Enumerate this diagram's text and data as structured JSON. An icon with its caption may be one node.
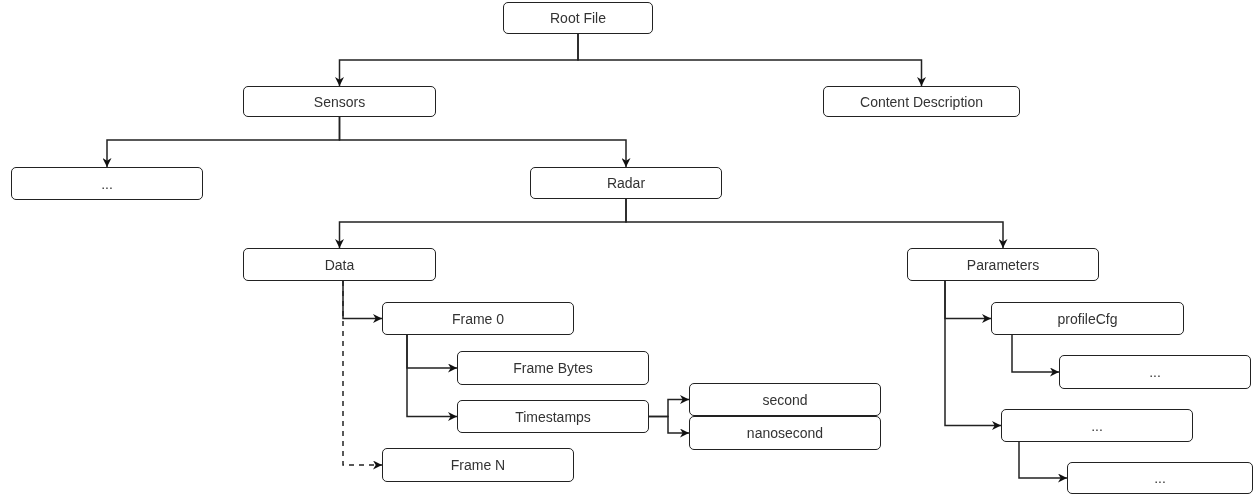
{
  "diagram": {
    "nodes": [
      {
        "text": [
          "Root File"
        ]
      },
      {
        "text": [
          "Sensors"
        ]
      },
      {
        "text": [
          "Content Description"
        ]
      },
      {
        "text": [
          "..."
        ]
      },
      {
        "text": [
          "Radar"
        ]
      },
      {
        "text": [
          "Data"
        ]
      },
      {
        "text": [
          "Parameters"
        ]
      },
      {
        "text": [
          "Frame 0"
        ]
      },
      {
        "text": [
          "Frame Bytes"
        ]
      },
      {
        "text": [
          "Timestamps"
        ]
      },
      {
        "text": [
          "second"
        ]
      },
      {
        "text": [
          "nanosecond"
        ]
      },
      {
        "text": [
          "Frame N"
        ]
      },
      {
        "text": [
          "profileCfg"
        ]
      },
      {
        "text": [
          "..."
        ]
      },
      {
        "text": [
          "..."
        ]
      },
      {
        "text": [
          "..."
        ]
      }
    ],
    "edges": [
      {
        "from": 0,
        "to": 1,
        "arrow": "to"
      },
      {
        "from": 0,
        "to": 2,
        "arrow": "to"
      },
      {
        "from": 1,
        "to": 3,
        "arrow": "to"
      },
      {
        "from": 1,
        "to": 4,
        "arrow": "to"
      },
      {
        "from": 4,
        "to": 5,
        "arrow": "to"
      },
      {
        "from": 4,
        "to": 6,
        "arrow": "to"
      },
      {
        "from": 5,
        "to": 7,
        "arrow": "to"
      },
      {
        "from": 5,
        "to": 12,
        "arrow": "to",
        "style": "dashed"
      },
      {
        "from": 7,
        "to": 8,
        "arrow": "to"
      },
      {
        "from": 7,
        "to": 9,
        "arrow": "to"
      },
      {
        "from": 9,
        "to": 10,
        "arrow": "to"
      },
      {
        "from": 9,
        "to": 11,
        "arrow": "to"
      },
      {
        "from": 6,
        "to": 13,
        "arrow": "to"
      },
      {
        "from": 6,
        "to": 15,
        "arrow": "to"
      },
      {
        "from": 13,
        "to": 14,
        "arrow": "to"
      },
      {
        "from": 15,
        "to": 16,
        "arrow": "to"
      }
    ]
  }
}
